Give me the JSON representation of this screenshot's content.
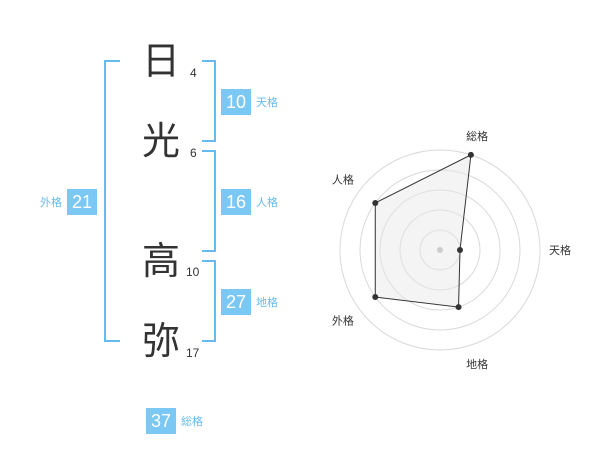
{
  "name_chars": [
    {
      "char": "日",
      "strokes": "4"
    },
    {
      "char": "光",
      "strokes": "6"
    },
    {
      "char": "高",
      "strokes": "10"
    },
    {
      "char": "弥",
      "strokes": "17"
    }
  ],
  "fortunes": {
    "tenkaku": {
      "value": "10",
      "label": "天格"
    },
    "jinkaku": {
      "value": "16",
      "label": "人格"
    },
    "chikaku": {
      "value": "27",
      "label": "地格"
    },
    "gaikaku": {
      "value": "21",
      "label": "外格"
    },
    "soukaku": {
      "value": "37",
      "label": "総格"
    }
  },
  "colors": {
    "accent": "#7cc8f4",
    "bracket": "#66bbee",
    "text": "#333333"
  },
  "chart_data": {
    "type": "radar",
    "categories": [
      "総格",
      "天格",
      "地格",
      "外格",
      "人格"
    ],
    "values": [
      5,
      1,
      3,
      4,
      4
    ],
    "range": [
      0,
      5
    ],
    "grid_rings": 5
  }
}
